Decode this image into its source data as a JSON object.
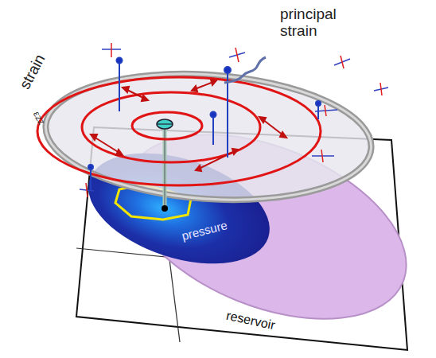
{
  "diagram": {
    "labels": [
      "principal strain",
      "strain",
      "εzz",
      "pressure",
      "reservoir"
    ]
  }
}
